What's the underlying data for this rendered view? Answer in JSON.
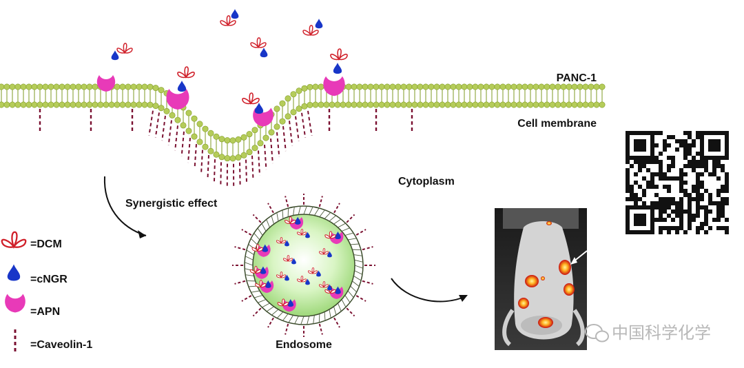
{
  "labels": {
    "cell_line": "PANC-1",
    "membrane": "Cell membrane",
    "cytoplasm": "Cytoplasm",
    "synergy": "Synergistic effect",
    "endosome": "Endosome"
  },
  "legend": [
    {
      "id": "dcm",
      "symbol": "=",
      "label": "DCM",
      "icon": "dcm-icon"
    },
    {
      "id": "cngr",
      "symbol": "=",
      "label": "cNGR",
      "icon": "cngr-icon"
    },
    {
      "id": "apn",
      "symbol": "=",
      "label": "APN",
      "icon": "apn-icon"
    },
    {
      "id": "cav",
      "symbol": "=",
      "label": "Caveolin-1",
      "icon": "caveolin-icon"
    }
  ],
  "watermark": {
    "text": "中国科学化学",
    "icon": "wechat-icon"
  },
  "colors": {
    "membrane": "#b5cc5a",
    "membrane_dark": "#7e9a22",
    "apn": "#e83ab8",
    "cngr": "#1836c8",
    "dcm": "#d0202a",
    "caveolin": "#7a1030",
    "endosome": "#c9efb0"
  }
}
